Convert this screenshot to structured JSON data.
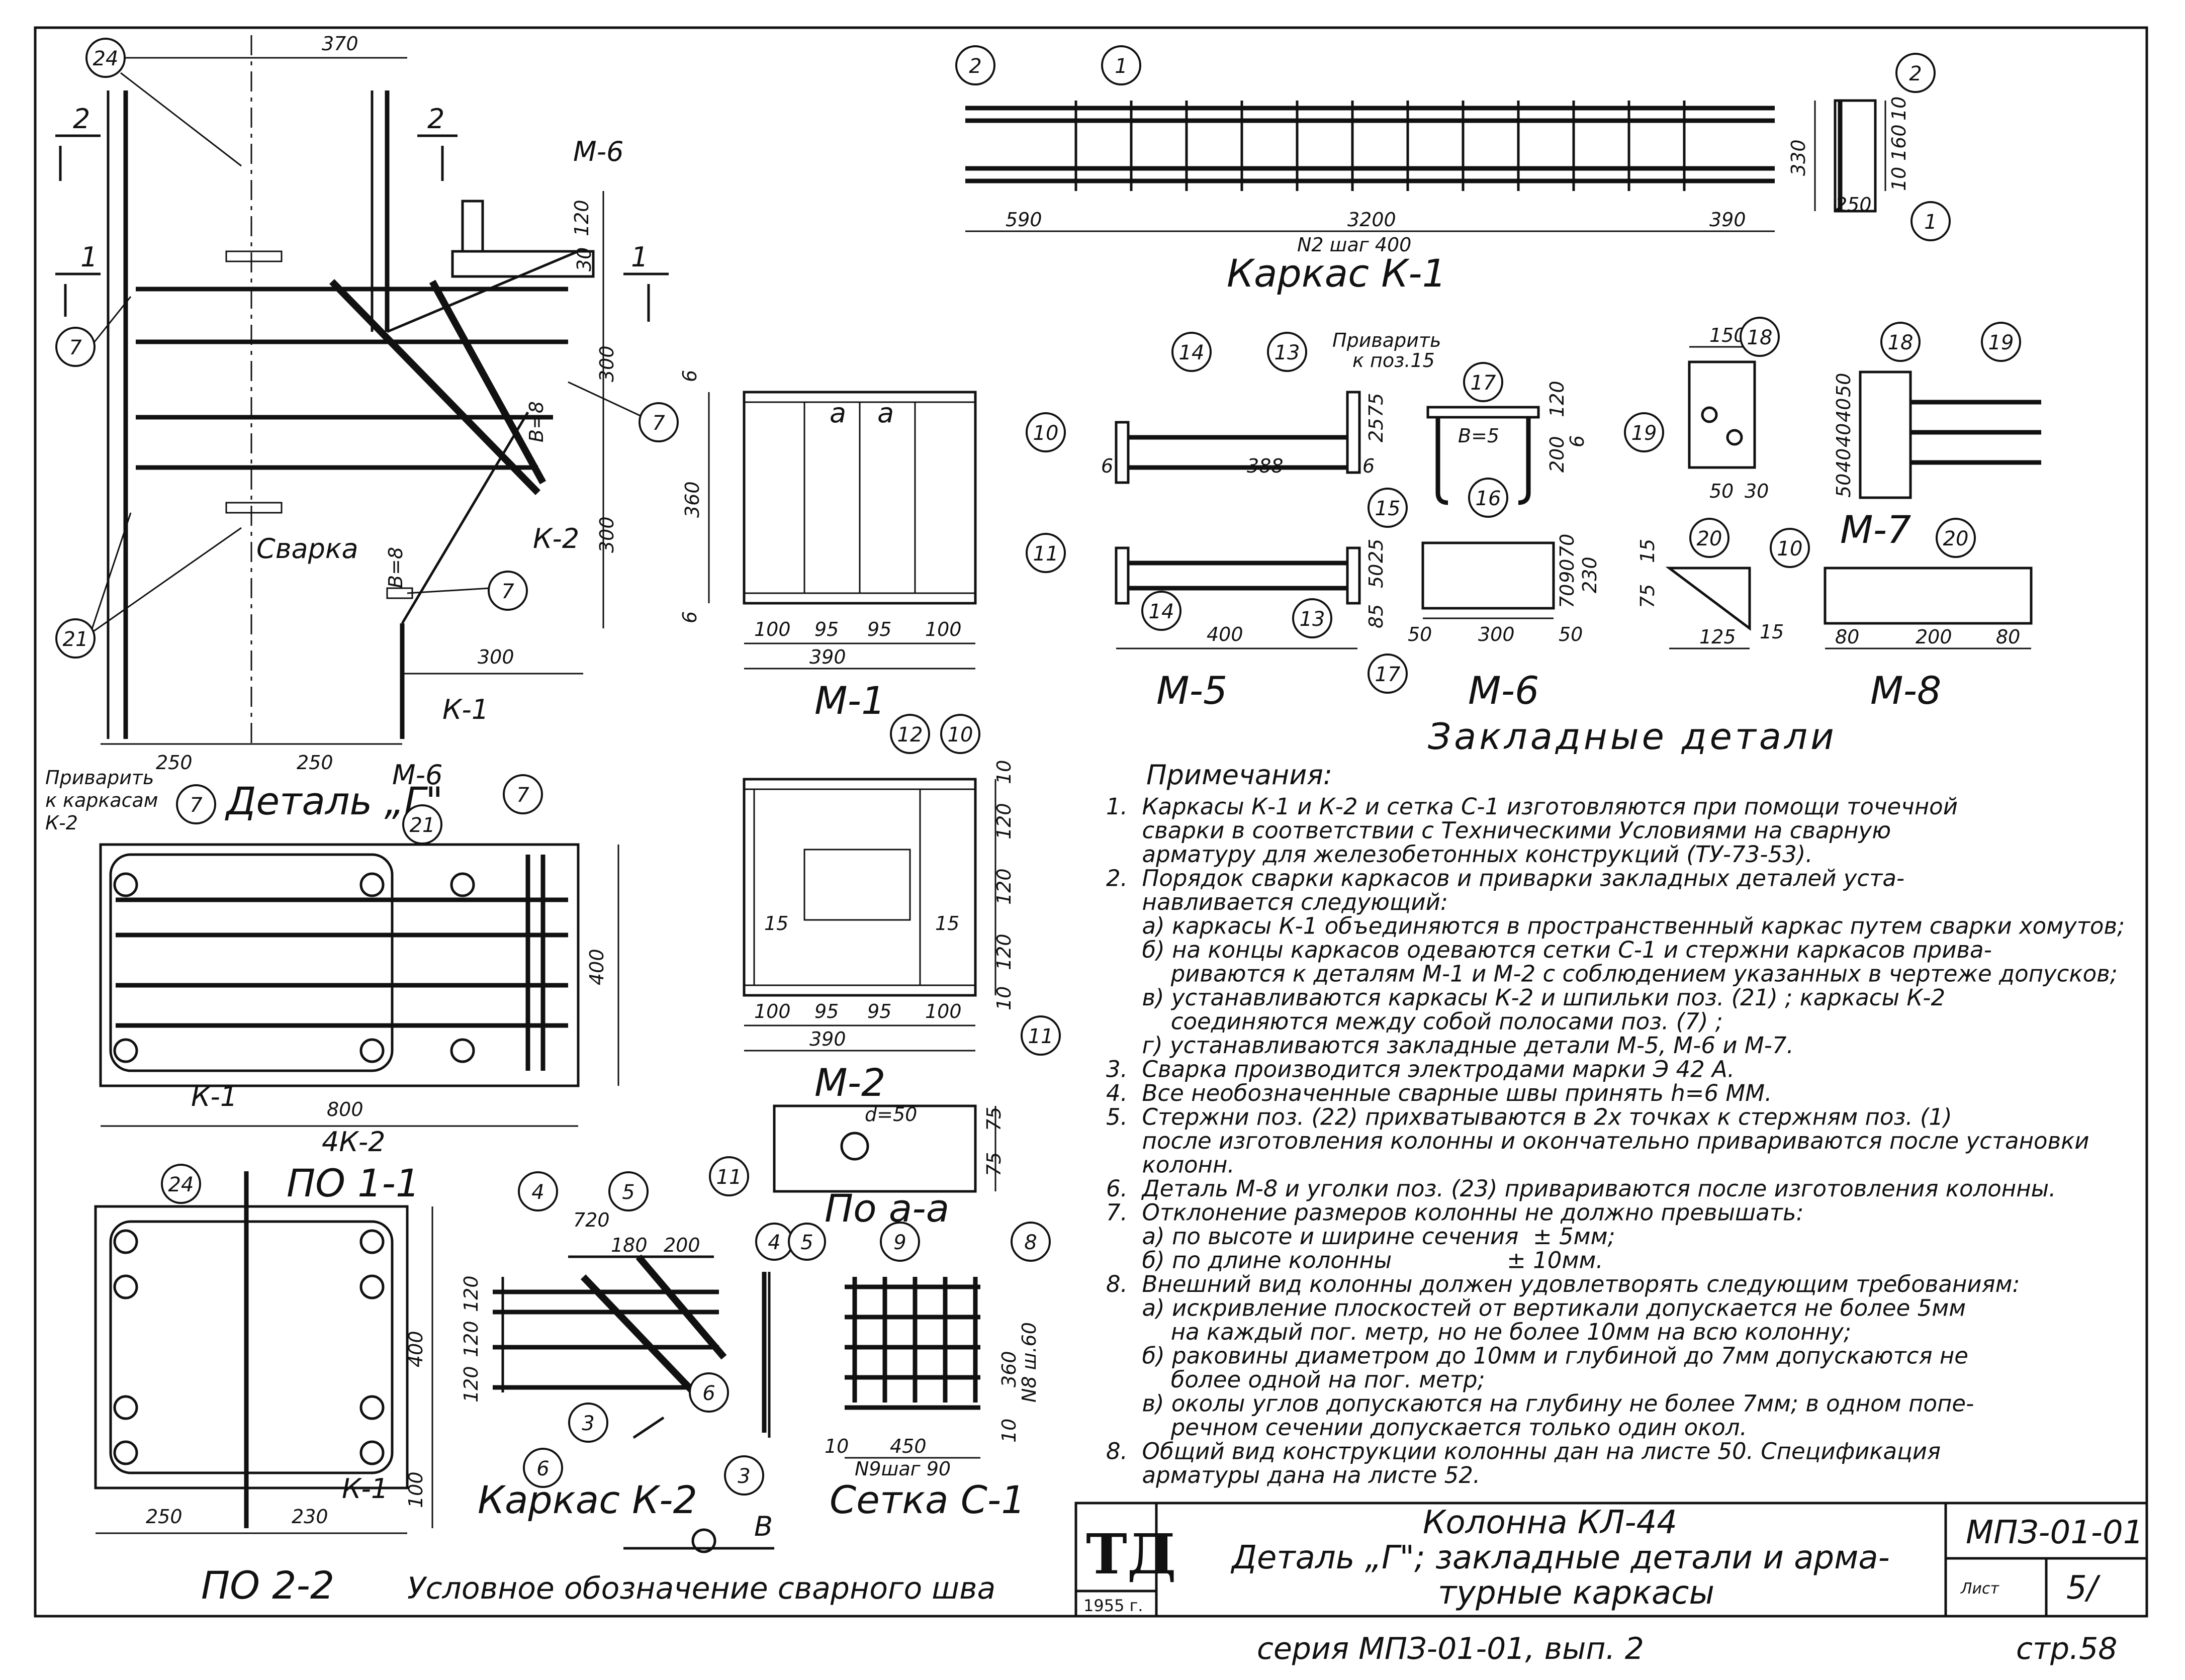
{
  "detail_g": {
    "title": "Деталь „Г\"",
    "labels": {
      "svarka": "Сварка",
      "k1": "К-1",
      "k2": "К-2",
      "m6": "М-6",
      "b8a": "В=8",
      "b8b": "В=8",
      "sec2": "2",
      "sec1": "1"
    },
    "dims": {
      "top": "370",
      "d120": "120",
      "d30": "30",
      "d300a": "300",
      "d300b": "300",
      "d300c": "300",
      "d250a": "250",
      "d250b": "250"
    },
    "callouts": {
      "c24": "24",
      "c7a": "7",
      "c7b": "7",
      "c7c": "7",
      "c21": "21"
    }
  },
  "section_1_1": {
    "title": "ПО 1-1",
    "note_l1": "Приварить",
    "note_l2": "к каркасам",
    "note_l3": "К-2",
    "m6": "М-6",
    "k1": "К-1",
    "k2": "4К-2",
    "dim_width": "800",
    "dim_height": "400",
    "callouts": {
      "c7a": "7",
      "c21": "21",
      "c7b": "7"
    }
  },
  "section_2_2": {
    "title": "ПО 2-2",
    "k1": "К-1",
    "dims": {
      "d400": "400",
      "d100": "100",
      "d250": "250",
      "d230": "230"
    },
    "callouts": {
      "c24": "24"
    }
  },
  "m1": {
    "title": "М-1",
    "section_mark_a1": "а",
    "section_mark_a2": "а",
    "dims": {
      "d6a": "6",
      "d360": "360",
      "d6b": "6",
      "d100a": "100",
      "d95a": "95",
      "d95b": "95",
      "d100b": "100",
      "d390": "390"
    },
    "callouts": {
      "c10": "10",
      "c11": "11"
    }
  },
  "m2": {
    "title": "М-2",
    "dims": {
      "d10a": "10",
      "d120a": "120",
      "d120b": "120",
      "d120c": "120",
      "d10b": "10",
      "d15a": "15",
      "d15b": "15",
      "d100a": "100",
      "d95a": "95",
      "d95b": "95",
      "d100b": "100",
      "d390": "390"
    },
    "callouts": {
      "c12": "12",
      "c10": "10",
      "c11": "11"
    }
  },
  "section_a_a": {
    "title": "По а-а",
    "diameter": "d=50",
    "dims": {
      "d75a": "75",
      "d75b": "75"
    },
    "callouts": {
      "c11": "11"
    }
  },
  "karkas_k1": {
    "title": "Каркас К-1",
    "dims": {
      "d590": "590",
      "d3200": "3200",
      "step": "N2 шаг 400",
      "d390": "390",
      "d330": "330",
      "d250": "250",
      "d160": "160",
      "d10a": "10",
      "d10b": "10"
    },
    "callouts": {
      "c2a": "2",
      "c1a": "1",
      "c2b": "2",
      "c1b": "1"
    }
  },
  "embedded": {
    "title": "Закладные детали",
    "weld_note_l1": "Приварить",
    "weld_note_l2": "к поз.15",
    "m5": "М-5",
    "m6": "М-6",
    "m7": "М-7",
    "m8": "М-8",
    "b5": "В=5",
    "dims_m5": {
      "d388": "388",
      "d6a": "6",
      "d75": "75",
      "d25": "25",
      "d6b": "6",
      "d400": "400",
      "d25b": "25",
      "d50": "50",
      "d85": "85"
    },
    "dims_m6": {
      "d120": "120",
      "d200": "200",
      "d6": "6",
      "d300": "300",
      "d50a": "50",
      "d50b": "50",
      "d70a": "70",
      "d90": "90",
      "d70b": "70",
      "d230": "230"
    },
    "dims_m7": {
      "d150": "150",
      "d50": "50",
      "d30": "30",
      "d50b": "50",
      "d40a": "40",
      "d40b": "40",
      "d40c": "40",
      "d50c": "50"
    },
    "dims_m8": {
      "d15a": "15",
      "d75": "75",
      "d125": "125",
      "d15b": "15",
      "d80a": "80",
      "d200": "200",
      "d80b": "80"
    },
    "callouts": {
      "c14a": "14",
      "c13a": "13",
      "c17a": "17",
      "c15": "15",
      "c16": "16",
      "c14b": "14",
      "c13b": "13",
      "c17b": "17",
      "c18a": "18",
      "c19a": "19",
      "c18b": "18",
      "c19b": "19",
      "c20a": "20",
      "c10": "10",
      "c20b": "20"
    }
  },
  "karkas_k2": {
    "title": "Каркас К-2",
    "dims": {
      "d720": "720",
      "d180": "180",
      "d200": "200",
      "d120a": "120",
      "d120b": "120",
      "d120c": "120"
    },
    "callouts": {
      "c4": "4",
      "c5": "5",
      "c3": "3",
      "c6": "6",
      "c4b": "4",
      "c5b": "5",
      "c6b": "6",
      "c3b": "3"
    }
  },
  "setka_c1": {
    "title": "Сетка С-1",
    "dims": {
      "d450": "450",
      "step": "N9шаг 90",
      "d360": "360",
      "step_v": "N8 ш.60",
      "d10a": "10",
      "d10b": "10"
    },
    "callouts": {
      "c9": "9",
      "c8": "8"
    }
  },
  "weld_symbol": {
    "caption": "Условное обозначение сварного шва",
    "b": "В"
  },
  "notes": {
    "heading": "Примечания:",
    "lines": [
      "1.  Каркасы К-1 и К-2 и сетка С-1 изготовляются при помощи точечной",
      "     сварки в соответствии с Техническими Условиями на сварную",
      "     арматуру для железобетонных конструкций (ТУ-73-53).",
      "2.  Порядок сварки каркасов и приварки закладных деталей уста-",
      "     навливается следующий:",
      "     а) каркасы К-1 объединяются в пространственный каркас путем сварки хомутов;",
      "     б) на концы каркасов одеваются сетки С-1 и стержни каркасов прива-",
      "         риваются к деталям М-1 и М-2 с соблюдением указанных в чертеже допусков;",
      "     в) устанавливаются каркасы К-2 и шпильки поз. (21) ; каркасы К-2",
      "         соединяются между собой полосами поз. (7) ;",
      "     г) устанавливаются закладные детали М-5, М-6 и М-7.",
      "3.  Сварка производится электродами марки Э 42 А.",
      "4.  Все необозначенные сварные швы принять h=6 ММ.",
      "5.  Стержни поз. (22) прихватываются в 2х точках к стержням поз. (1)",
      "     после изготовления колонны и окончательно привариваются после установки",
      "     колонн.",
      "6.  Деталь М-8 и уголки поз. (23) привариваются после изготовления колонны.",
      "7.  Отклонение размеров колонны не должно превышать:",
      "     а) по высоте и ширине сечения  ± 5мм;",
      "     б) по длине колонны                ± 10мм.",
      "8.  Внешний вид колонны должен удовлетворять следующим требованиям:",
      "     а) искривление плоскостей от вертикали допускается не более 5мм",
      "         на каждый пог. метр, но не более 10мм на всю колонну;",
      "     б) раковины диаметром до 10мм и глубиной до 7мм допускаются не",
      "         более одной на пог. метр;",
      "     в) околы углов допускаются на глубину не более 7мм; в одном попе-",
      "         речном сечении допускается только один окол.",
      "8.  Общий вид конструкции колонны дан на листе 50. Спецификация",
      "     арматуры дана на листе 52."
    ]
  },
  "title_block": {
    "logo": "ТД",
    "year": "1955 г.",
    "line1": "Колонна КЛ-44",
    "line2": "Деталь „Г\"; закладные детали и арма-",
    "line3": "турные каркасы",
    "code": "МПЗ-01-01",
    "sheet_label": "Лист",
    "sheet_no": "5/"
  },
  "footer": {
    "series": "серия МПЗ-01-01, вып. 2",
    "page": "стр.58"
  }
}
